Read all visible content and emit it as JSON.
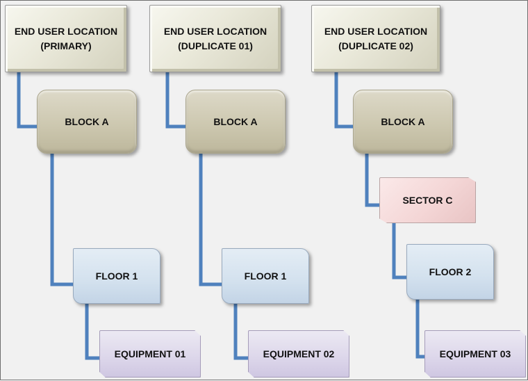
{
  "colors": {
    "connector": "#4f81bd",
    "background": "#f1f1f1",
    "location_box": "#e9e8d9",
    "block_box": "#cdc8b0",
    "sector_box": "#f4d6d6",
    "floor_box": "#d3e1ee",
    "equipment_box": "#dcd6ea"
  },
  "columns": [
    {
      "location": [
        "END USER LOCATION",
        "(PRIMARY)"
      ],
      "block": "BLOCK A",
      "floor": "FLOOR 1",
      "equipment": "EQUIPMENT 01"
    },
    {
      "location": [
        "END USER LOCATION",
        "(DUPLICATE 01)"
      ],
      "block": "BLOCK A",
      "floor": "FLOOR 1",
      "equipment": "EQUIPMENT 02"
    },
    {
      "location": [
        "END USER LOCATION",
        "(DUPLICATE 02)"
      ],
      "block": "BLOCK A",
      "sector": "SECTOR C",
      "floor": "FLOOR 2",
      "equipment": "EQUIPMENT 03"
    }
  ]
}
